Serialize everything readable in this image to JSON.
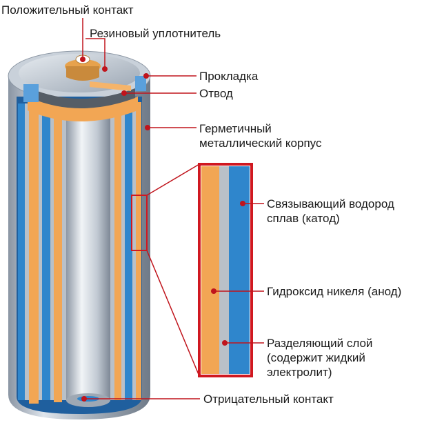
{
  "labels": {
    "positive_contact": "Положительный контакт",
    "rubber_seal": "Резиновый уплотнитель",
    "gasket": "Прокладка",
    "lead": "Отвод",
    "sealed_case_line1": "Герметичный",
    "sealed_case_line2": "металлический корпус",
    "cathode_line1": "Связывающий водород",
    "cathode_line2": "сплав (катод)",
    "anode": "Гидроксид никеля (анод)",
    "separator_line1": "Разделяющий слой",
    "separator_line2": "(содержит жидкий",
    "separator_line3": "электролит)",
    "negative_contact": "Отрицательный контакт"
  },
  "colors": {
    "leader_line": "#c0141c",
    "frame": "#d01820",
    "anode_orange": "#f2a654",
    "separator_gray": "#b9c0c8",
    "cathode_blue": "#2f86cc",
    "case_silver": "#c5cdd6"
  }
}
